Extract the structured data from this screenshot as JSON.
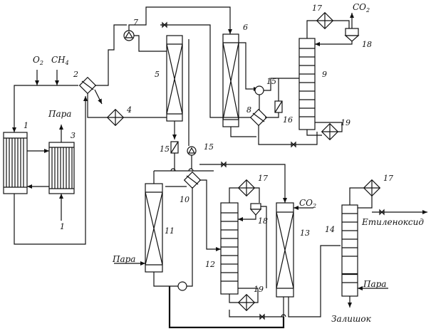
{
  "labels": {
    "o2": "O",
    "o2_sub": "2",
    "ch4": "CH",
    "ch4_sub": "4",
    "co2_top": "CO",
    "co2_top_sub": "2",
    "co2_mid": "CO",
    "co2_mid_sub": "2",
    "steam_top": "Пара",
    "steam_left": "Пара",
    "steam_right": "Пара",
    "ethylene_oxide": "Етиленоксид",
    "residue": "Залишок"
  },
  "equipment_numbers": {
    "n1a": "1",
    "n1b": "1",
    "n2": "2",
    "n3": "3",
    "n4": "4",
    "n5": "5",
    "n6": "6",
    "n7": "7",
    "n8": "8",
    "n9": "9",
    "n10": "10",
    "n11": "11",
    "n12": "12",
    "n13": "13",
    "n14": "14",
    "n15a": "15",
    "n15b": "15",
    "n15c": "15",
    "n16": "16",
    "n17a": "17",
    "n17b": "17",
    "n17c": "17",
    "n18a": "18",
    "n18b": "18",
    "n19a": "19",
    "n19b": "19"
  }
}
